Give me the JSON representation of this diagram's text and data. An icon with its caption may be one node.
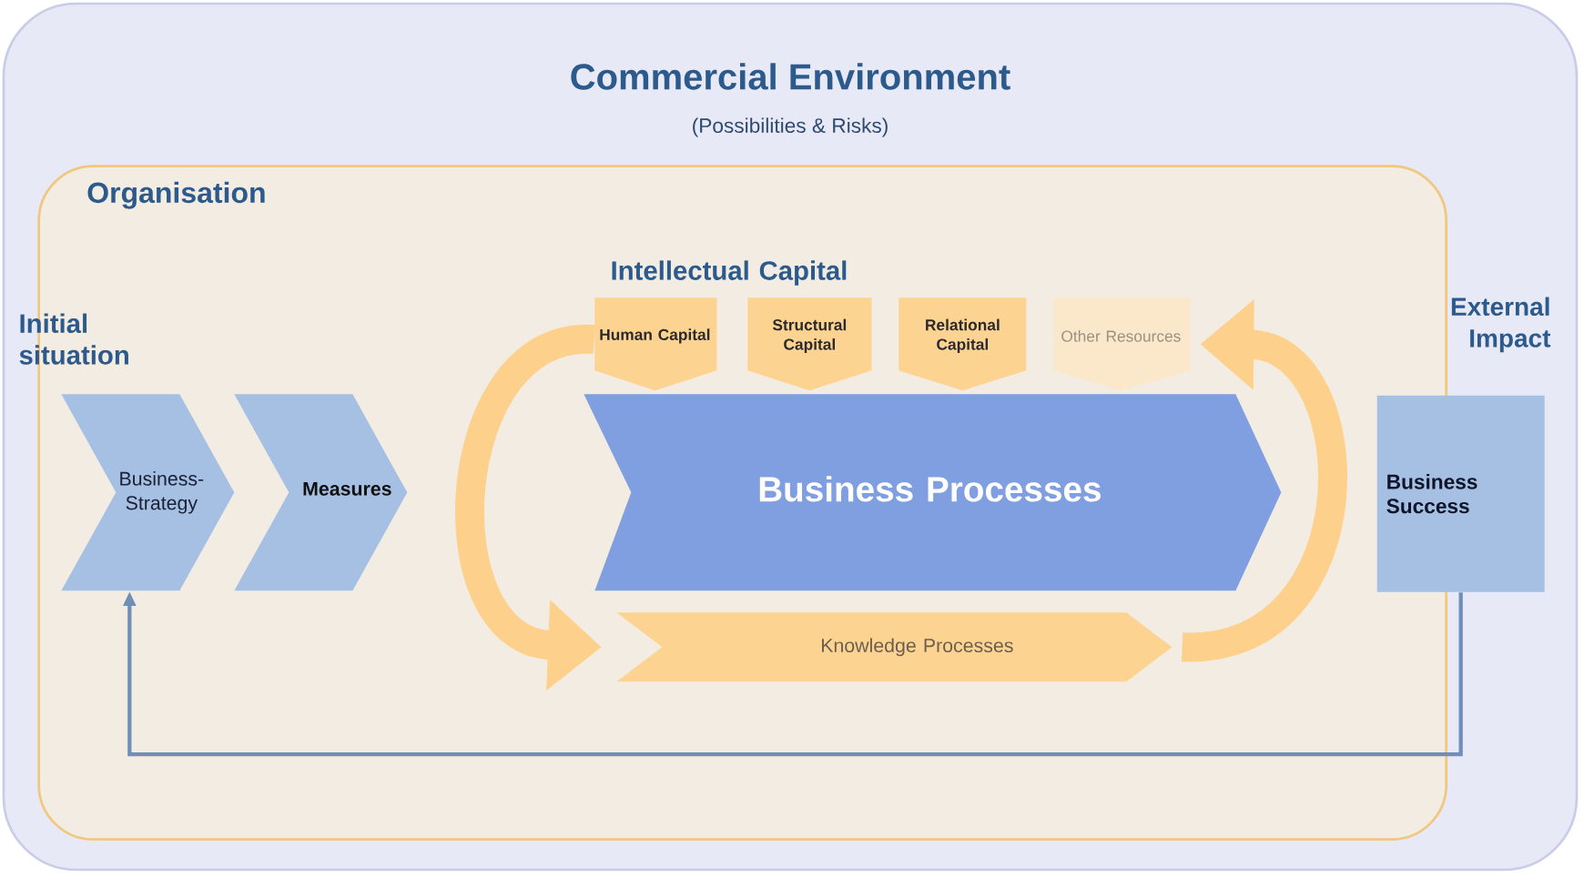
{
  "diagram": {
    "nodes": [
      {
        "text": [
          "Commercial Environment",
          "(Possibilities & Risks)"
        ]
      },
      {
        "text": [
          "Organisation"
        ],
        "in": 0
      },
      {
        "text": [
          "Business- Strategy"
        ],
        "in": 1
      },
      {
        "text": [
          "Measures"
        ],
        "in": 1
      },
      {
        "text": [
          "Business Processes"
        ],
        "in": 1
      },
      {
        "text": [
          "Human Capital"
        ],
        "in": 1
      },
      {
        "text": [
          "Structural Capital"
        ],
        "in": 1
      },
      {
        "text": [
          "Relational Capital"
        ],
        "in": 1
      },
      {
        "text": [
          "Other Resources"
        ],
        "in": 1
      },
      {
        "text": [
          "Knowledge Processes"
        ],
        "in": 1
      },
      {
        "text": [
          "Business Success"
        ],
        "in": 0
      }
    ],
    "edges": [
      {
        "from": 10,
        "to": 2,
        "arrow": "to",
        "color": "#6f8fb8"
      },
      {
        "from": 5,
        "to": 9,
        "arrow": "to"
      },
      {
        "from": 9,
        "to": 8,
        "arrow": "to"
      }
    ],
    "labels": [
      "Initial situation",
      "Intellectual Capital",
      "External Impact"
    ]
  }
}
